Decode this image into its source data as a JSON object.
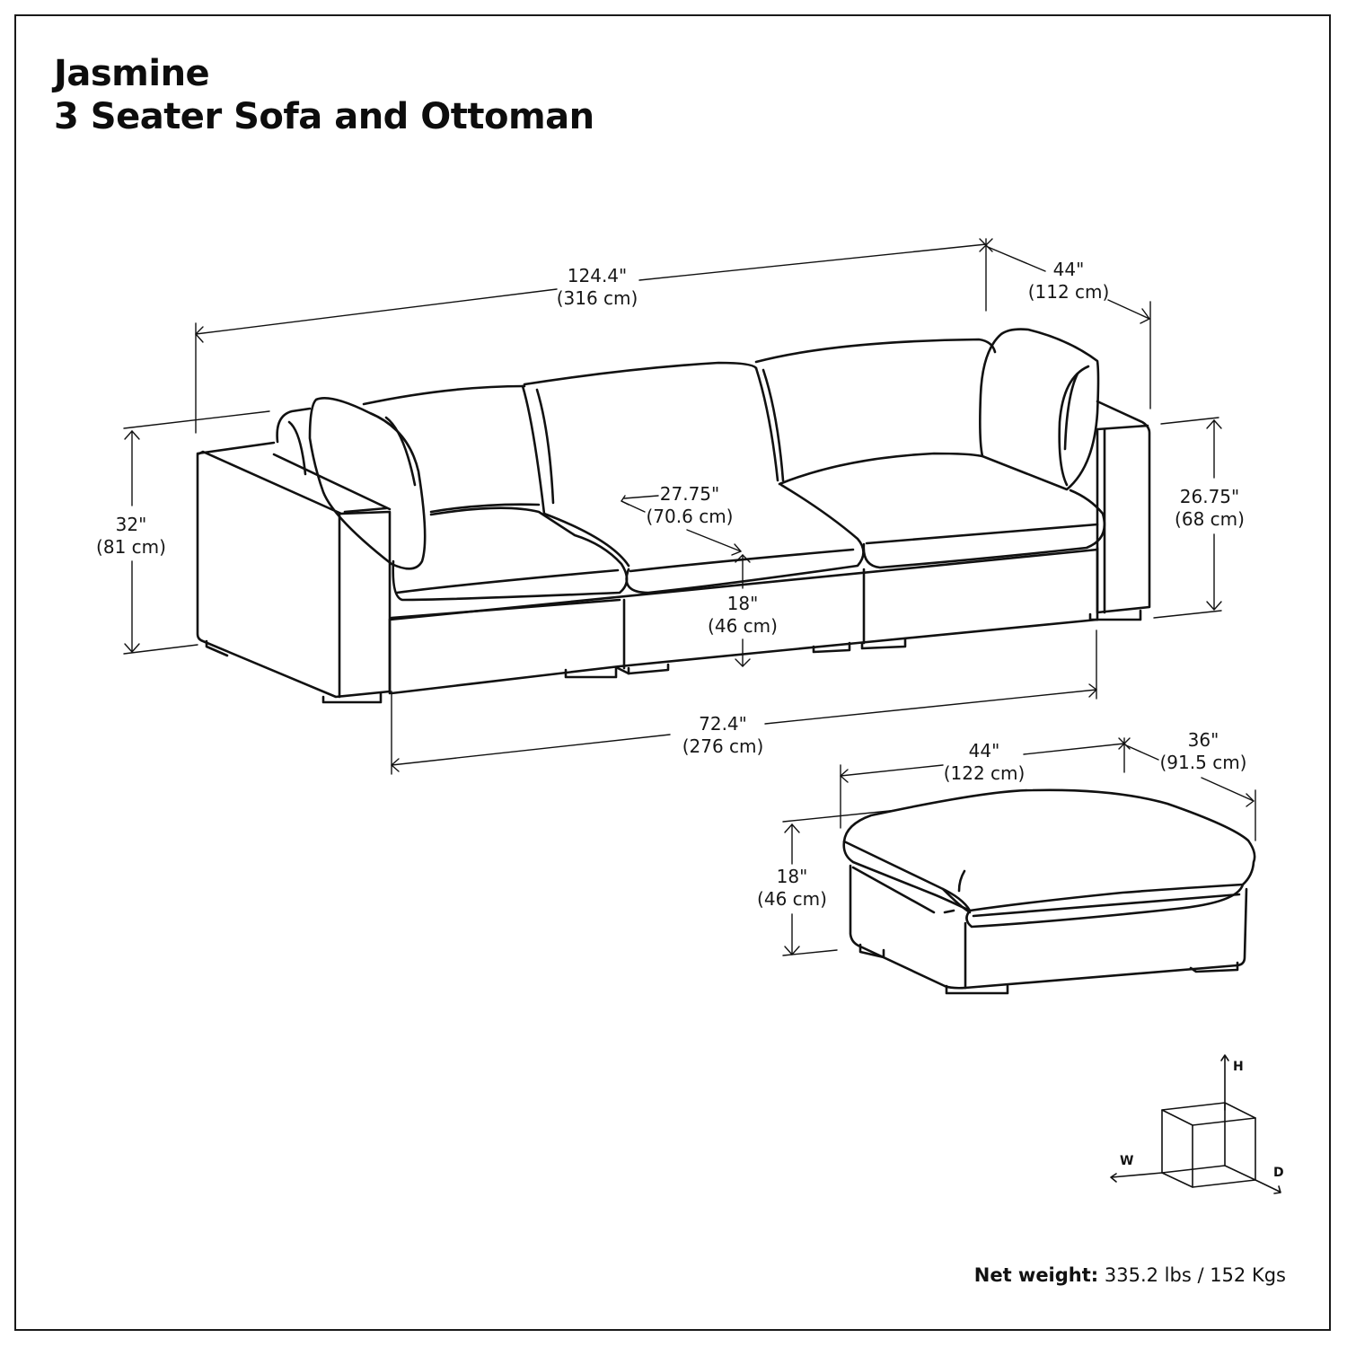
{
  "title": {
    "line1": "Jasmine",
    "line2": "3 Seater Sofa and Ottoman"
  },
  "sofa": {
    "overall_width": {
      "in": "124.4\"",
      "cm": "(316 cm)"
    },
    "overall_depth": {
      "in": "44\"",
      "cm": "(112 cm)"
    },
    "overall_height": {
      "in": "32\"",
      "cm": "(81 cm)"
    },
    "arm_height": {
      "in": "26.75\"",
      "cm": "(68 cm)"
    },
    "seat_depth": {
      "in": "27.75\"",
      "cm": "(70.6 cm)"
    },
    "seat_height": {
      "in": "18\"",
      "cm": "(46 cm)"
    },
    "seat_width": {
      "in": "72.4\"",
      "cm": "(276 cm)"
    }
  },
  "ottoman": {
    "width": {
      "in": "44\"",
      "cm": "(122 cm)"
    },
    "depth": {
      "in": "36\"",
      "cm": "(91.5 cm)"
    },
    "height": {
      "in": "18\"",
      "cm": "(46 cm)"
    }
  },
  "axes_legend": {
    "h": "H",
    "w": "W",
    "d": "D"
  },
  "footer": {
    "weight_label": "Net weight:",
    "weight_value": " 335.2 lbs / 152 Kgs"
  }
}
